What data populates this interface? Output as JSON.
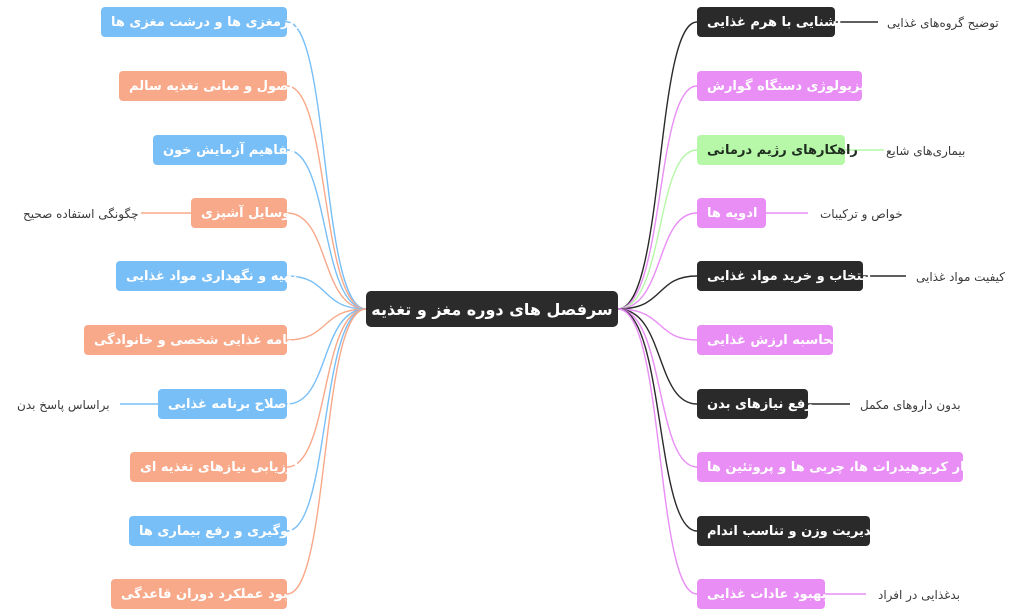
{
  "central": "سرفصل های دوره مغز و تغذیه",
  "colors": {
    "blue": "#79bff7",
    "orange": "#f8a98a",
    "pink": "#e88ef5",
    "dark": "#2a2a2a",
    "green": "#b6f7a8"
  },
  "left_topics": [
    "ریزمغزی ها و درشت مغزی ها",
    "اصول و مبانی تغذیه سالم",
    "مفاهیم آزمایش خون",
    "وسایل آشپزی",
    "تهیه و نگهداری مواد غذایی",
    "برنامه غذایی شخصی و خانوادگی",
    "اصلاح برنامه غذایی",
    "ارزیابی نیازهای تغذیه ای",
    "جلوگیری و رفع بیماری ها",
    "بهبود عملکرد دوران قاعدگی"
  ],
  "left_notes": {
    "cooking": "چگونگی استفاده صحیح",
    "fix_plan": "براساس پاسخ بدن"
  },
  "right_topics": [
    "آشنایی با هرم غذایی",
    "فیزیولوژی دستگاه گوارش",
    "راهکارهای رژیم درمانی",
    "ادویه ها",
    "انتخاب و خرید مواد غذایی",
    "محاسبه ارزش غذایی",
    "رفع نیازهای بدن",
    "ساختار کربوهیدرات ها، چربی ها و پروتئین ها",
    "مدیریت وزن و تناسب اندام",
    "بهبود عادات غذایی"
  ],
  "right_notes": {
    "pyramid": "توضیح گروه‌های غذایی",
    "diet": "بیماری‌های شایع",
    "spices": "خواص و ترکیبات",
    "buying": "کیفیت مواد غذایی",
    "needs": "بدون داروهای مکمل",
    "habits": "بدغذایی در افراد"
  }
}
